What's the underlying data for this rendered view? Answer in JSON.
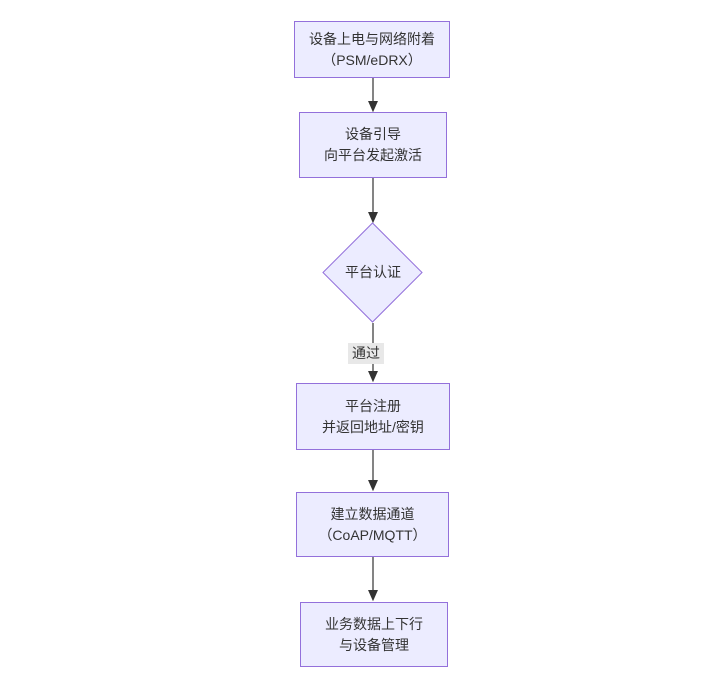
{
  "diagram": {
    "type": "flowchart",
    "direction": "top-down",
    "colors": {
      "node_fill": "#ececff",
      "node_border": "#9370db",
      "arrow": "#333333",
      "edge_label_bg": "#e8e8e8",
      "text": "#333333",
      "background": "#ffffff"
    },
    "nodes": [
      {
        "id": "A",
        "shape": "rect",
        "lines": [
          "设备上电与网络附着",
          "（PSM/eDRX）"
        ]
      },
      {
        "id": "B",
        "shape": "rect",
        "lines": [
          "设备引导",
          "向平台发起激活"
        ]
      },
      {
        "id": "C",
        "shape": "diamond",
        "lines": [
          "平台认证"
        ]
      },
      {
        "id": "D",
        "shape": "rect",
        "lines": [
          "平台注册",
          "并返回地址/密钥"
        ]
      },
      {
        "id": "E",
        "shape": "rect",
        "lines": [
          "建立数据通道",
          "（CoAP/MQTT）"
        ]
      },
      {
        "id": "F",
        "shape": "rect",
        "lines": [
          "业务数据上下行",
          "与设备管理"
        ]
      }
    ],
    "edges": [
      {
        "from": "A",
        "to": "B",
        "label": ""
      },
      {
        "from": "B",
        "to": "C",
        "label": ""
      },
      {
        "from": "C",
        "to": "D",
        "label": "通过"
      },
      {
        "from": "D",
        "to": "E",
        "label": ""
      },
      {
        "from": "E",
        "to": "F",
        "label": ""
      }
    ]
  }
}
